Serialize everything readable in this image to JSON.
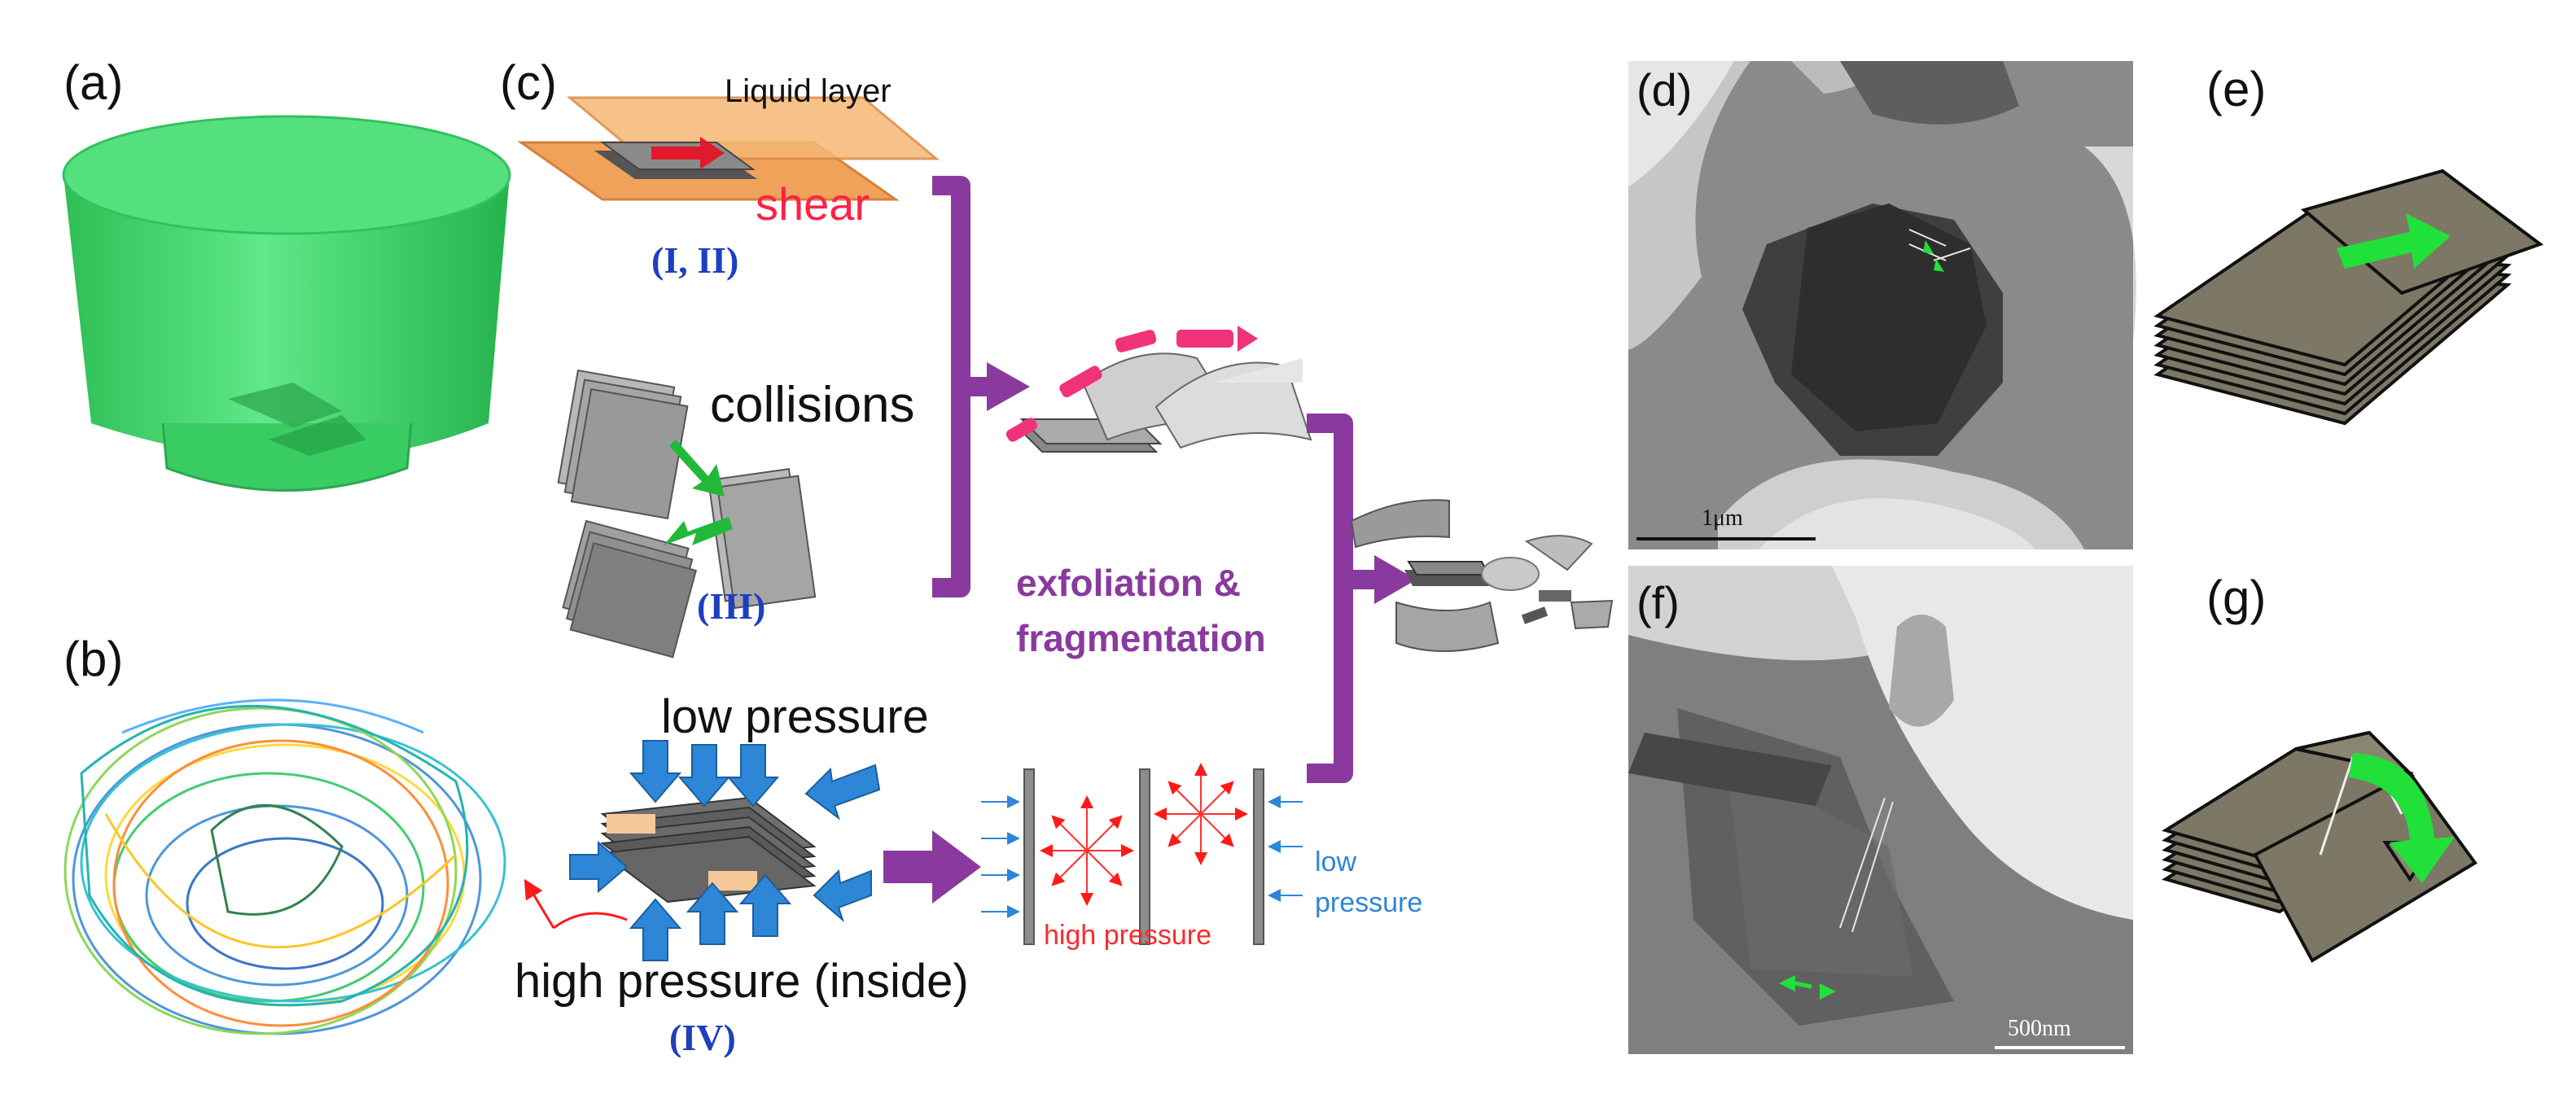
{
  "panel_labels": {
    "a": "(a)",
    "b": "(b)",
    "c": "(c)",
    "d": "(d)",
    "e": "(e)",
    "f": "(f)",
    "g": "(g)"
  },
  "diagram": {
    "liquid_layer": "Liquid layer",
    "shear": "shear",
    "regime_1_2": "(I, II)",
    "collisions": "collisions",
    "regime_3": "(III)",
    "exfoliation_line1": "exfoliation &",
    "exfoliation_line2": "fragmentation",
    "low_pressure": "low pressure",
    "high_pressure_inside": "high pressure (inside)",
    "regime_4": "(IV)",
    "high_pressure": "high pressure",
    "low_pressure_small_line1": "low",
    "low_pressure_small_line2": "pressure"
  },
  "micrographs": {
    "d_scale": "1μm",
    "f_scale": "500nm"
  },
  "colors": {
    "vessel_green": "#3fd46a",
    "purple": "#8a3a9e",
    "regime_blue": "#1f3fbf",
    "shear_red": "#ff2244",
    "flow_blue": "#2e86d6",
    "arrow_green": "#22e03a",
    "sheet_gray": "#7d7865"
  },
  "icons": {
    "vessel": "mixing-vessel-icon",
    "streamlines": "streamlines-icon",
    "stacked_sheets": "stacked-sheets-icon",
    "flow_arrow": "arrow-icon"
  }
}
